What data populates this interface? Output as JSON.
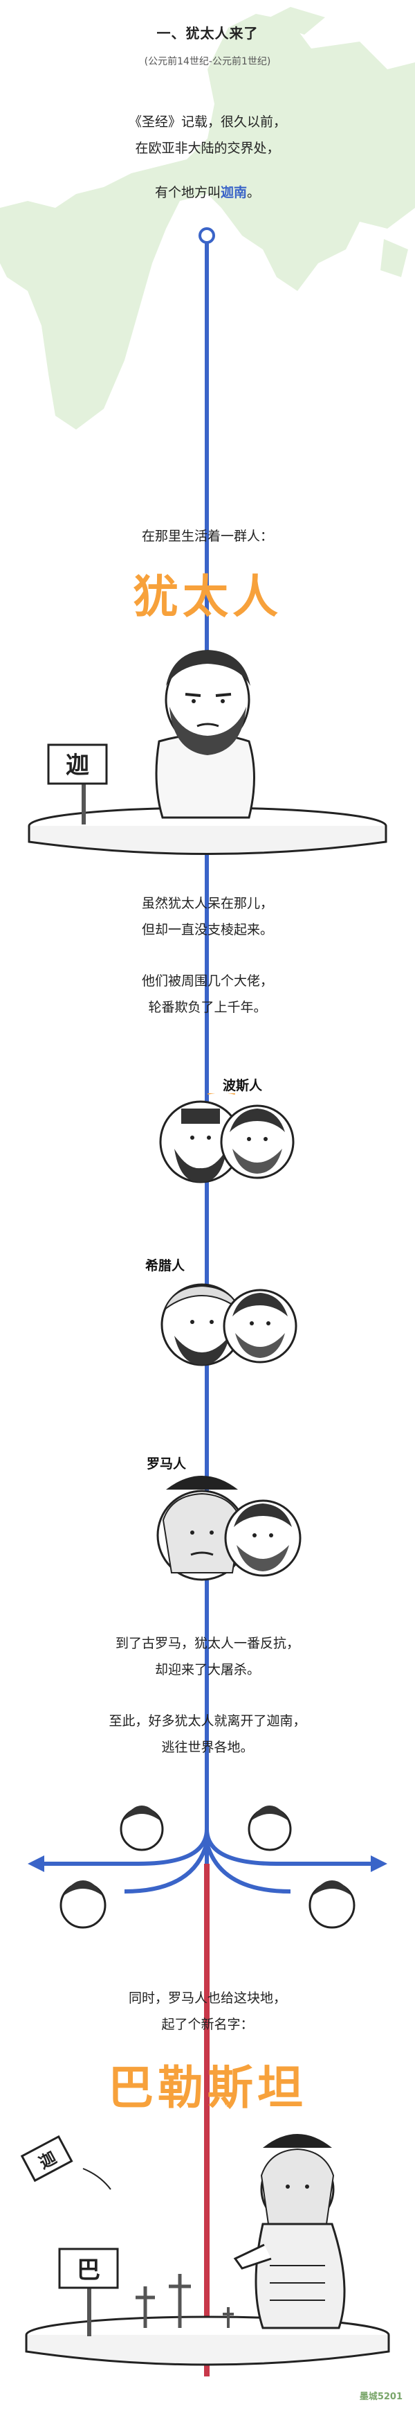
{
  "section": {
    "title": "一、犹太人来了",
    "subtitle": "(公元前14世纪-公元前1世纪)"
  },
  "intro": {
    "line1": "《圣经》记载，很久以前，",
    "line2": "在欧亚非大陆的交界处，",
    "line3_prefix": "有个地方叫",
    "line3_place": "迦南",
    "line3_suffix": "。"
  },
  "people": {
    "caption": "在那里生活着一群人：",
    "name": "犹太人",
    "sign": "迦"
  },
  "story1": {
    "line1": "虽然犹太人呆在那儿，",
    "line2": "但却一直没支棱起来。",
    "line3": "他们被周围几个大佬，",
    "line4": "轮番欺负了上千年。"
  },
  "oppressors": [
    {
      "label": "波斯人"
    },
    {
      "label": "希腊人"
    },
    {
      "label": "罗马人"
    }
  ],
  "story2": {
    "line1": "到了古罗马，犹太人一番反抗，",
    "line2": "却迎来了大屠杀。",
    "line3": "至此，好多犹太人就离开了迦南，",
    "line4": "逃往世界各地。"
  },
  "rename": {
    "line1": "同时，罗马人也给这块地，",
    "line2": "起了个新名字：",
    "name": "巴勒斯坦",
    "old_sign": "迦",
    "new_sign": "巴"
  },
  "watermark": "墨城5201",
  "colors": {
    "blue": "#3a64c8",
    "red": "#c8384a",
    "orange": "#f7a13b",
    "map_green": "#dff0d8"
  }
}
